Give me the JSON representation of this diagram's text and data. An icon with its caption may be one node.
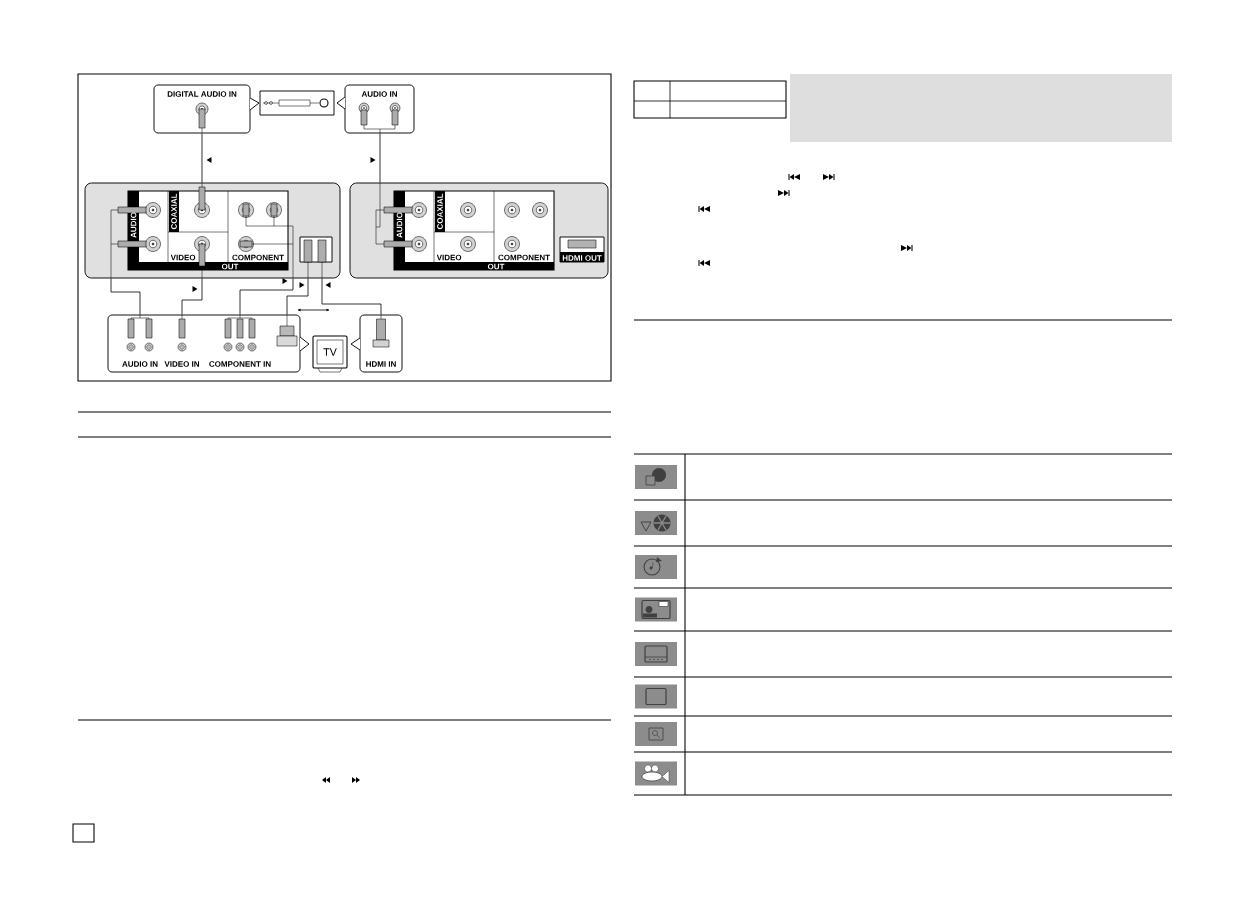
{
  "diagram": {
    "nodes": [
      {
        "text": [
          "DIGITAL AUDIO IN"
        ]
      },
      {
        "text": [
          "AUDIO IN"
        ]
      },
      {
        "text": [
          "AUDIO",
          "COAXIAL",
          "VIDEO",
          "COMPONENT",
          "OUT"
        ]
      },
      {
        "text": [
          "AUDIO",
          "COAXIAL",
          "VIDEO",
          "COMPONENT",
          "OUT",
          "HDMI OUT"
        ]
      },
      {
        "text": [
          "AUDIO IN",
          "VIDEO IN",
          "COMPONENT IN"
        ]
      },
      {
        "text": [
          "TV"
        ]
      },
      {
        "text": [
          "HDMI IN"
        ]
      }
    ],
    "edges": [
      {
        "from": 2,
        "to": 0,
        "arrow": "none"
      },
      {
        "from": 3,
        "to": 1,
        "arrow": "none"
      },
      {
        "from": 2,
        "to": 4,
        "arrow": "none"
      },
      {
        "from": 2,
        "to": 4,
        "arrow": "none"
      },
      {
        "from": 2,
        "to": 4,
        "arrow": "none"
      },
      {
        "from": 2,
        "to": 4,
        "arrow": "none"
      },
      {
        "from": 2,
        "to": 6,
        "arrow": "none"
      }
    ]
  }
}
